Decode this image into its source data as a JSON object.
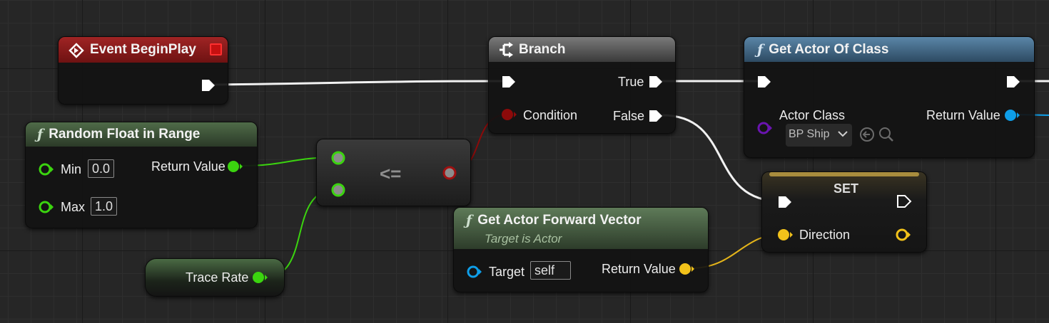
{
  "nodes": {
    "event_begin_play": {
      "title": "Event BeginPlay"
    },
    "branch": {
      "title": "Branch",
      "true_label": "True",
      "false_label": "False",
      "condition_label": "Condition"
    },
    "get_actor_of_class": {
      "title": "Get Actor Of Class",
      "actor_class_label": "Actor Class",
      "actor_class_value": "BP Ship",
      "return_label": "Return Value"
    },
    "random_float": {
      "title": "Random Float in Range",
      "min_label": "Min",
      "min_value": "0.0",
      "max_label": "Max",
      "max_value": "1.0",
      "return_label": "Return Value"
    },
    "compare": {
      "operator": "<="
    },
    "set": {
      "title": "SET",
      "direction_label": "Direction"
    },
    "forward_vector": {
      "title": "Get Actor Forward Vector",
      "subtitle": "Target is Actor",
      "target_label": "Target",
      "target_value": "self",
      "return_label": "Return Value"
    },
    "trace_rate": {
      "label": "Trace Rate"
    }
  },
  "colors": {
    "exec": "#ffffff",
    "bool": "#8c0a0a",
    "float": "#3bd40f",
    "object": "#0e9ee8",
    "class": "#6a14b0",
    "vector": "#f2c21a",
    "event_header": "#8c1a1a",
    "function_header": "#3c5f78",
    "pure_header": "#4c6a46"
  },
  "icons": [
    "event-diamond-icon",
    "delegate-square-icon",
    "branch-icon",
    "function-icon",
    "dropdown-chevron-icon",
    "use-selected-icon",
    "browse-icon"
  ]
}
